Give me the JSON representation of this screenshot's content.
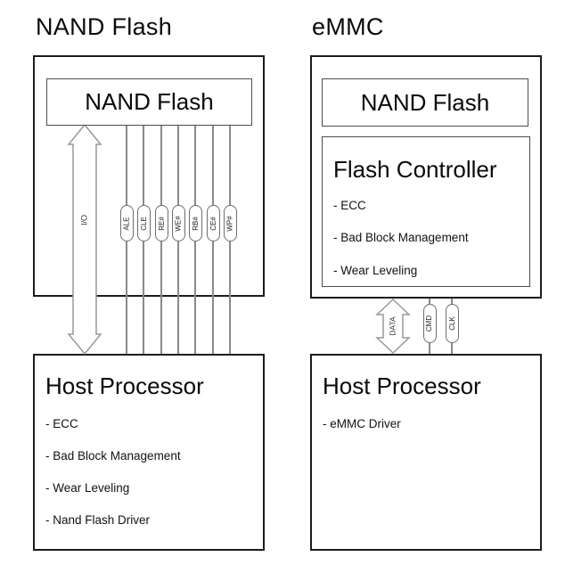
{
  "diagrams": {
    "nand": {
      "title": "NAND Flash",
      "chip_label": "NAND Flash",
      "bus_label": "I/O",
      "signals": [
        "ALE",
        "CLE",
        "RE#",
        "WE#",
        "RB#",
        "CE#",
        "WP#"
      ],
      "host": {
        "title": "Host Processor",
        "items": [
          "- ECC",
          "- Bad Block Management",
          "- Wear Leveling",
          "- Nand Flash Driver"
        ]
      }
    },
    "emmc": {
      "title": "eMMC",
      "chip_label": "NAND Flash",
      "controller": {
        "title": "Flash Controller",
        "items": [
          "- ECC",
          "- Bad Block Management",
          "- Wear Leveling"
        ]
      },
      "bus_label": "DATA",
      "signals": [
        "CMD",
        "CLK"
      ],
      "host": {
        "title": "Host Processor",
        "items": [
          "- eMMC Driver"
        ]
      }
    }
  },
  "colors": {
    "outer_border": "#1c1c1c",
    "inner_border": "#4d4d4d",
    "signal_line": "#8a8a8a",
    "arrow_outline": "#999999",
    "text": "#0a0a0a"
  }
}
